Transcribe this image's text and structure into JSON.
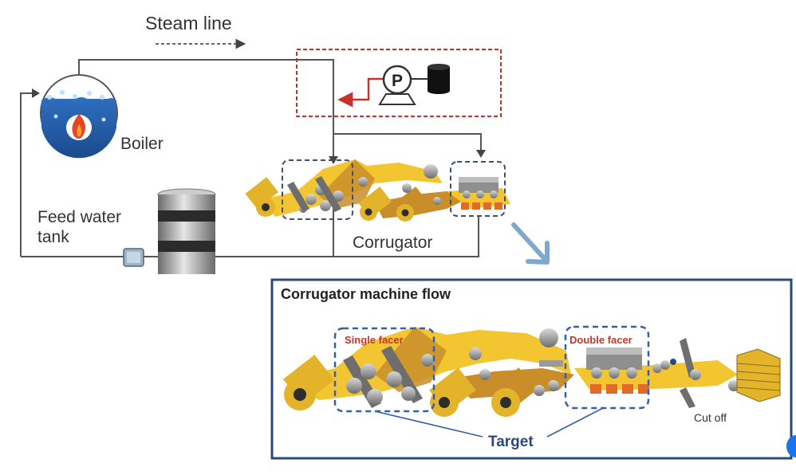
{
  "labels": {
    "steam_line": "Steam line",
    "boiler": "Boiler",
    "feed_water_1": "Feed water",
    "feed_water_2": "tank",
    "corrugator": "Corrugator",
    "pump_letter": "P"
  },
  "inset": {
    "title": "Corrugator machine flow",
    "single_facer": "Single facer",
    "double_facer": "Double facer",
    "cut_off": "Cut off",
    "target": "Target"
  },
  "colors": {
    "line": "#555555",
    "red_dashed": "#c8302a",
    "navy": "#2a4a7c",
    "dashed_blue": "#3560a8",
    "arrow_blue": "#7fa8cc",
    "paper": "#f2c531",
    "paper_dark": "#c98e2a",
    "roll": "#e3b42a",
    "label_red": "#c0392b"
  }
}
